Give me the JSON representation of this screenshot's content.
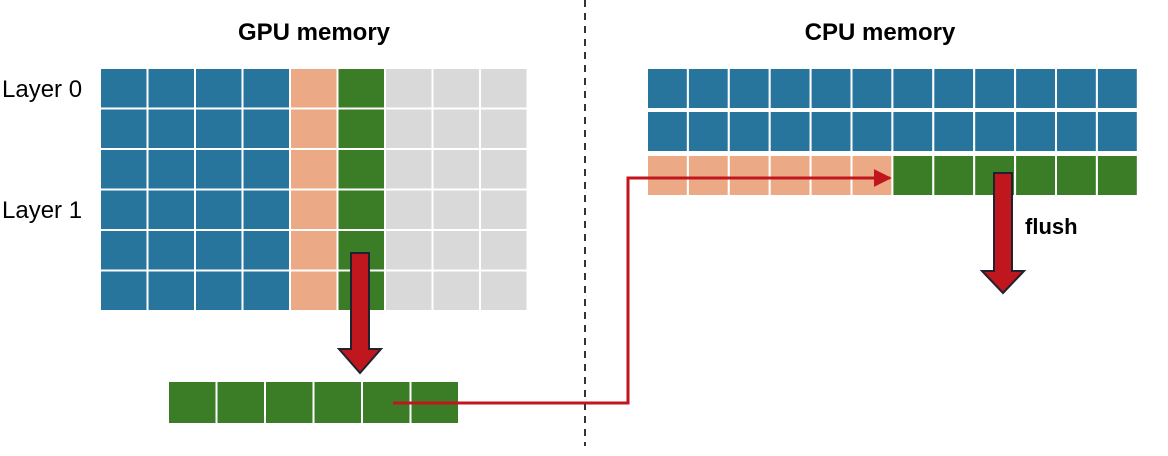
{
  "labels": {
    "gpu_title": "GPU memory",
    "cpu_title": "CPU memory",
    "layer0": "Layer 0",
    "layer1": "Layer 1",
    "flush": "flush"
  },
  "colors": {
    "blue": "#27749c",
    "salmon": "#eca985",
    "green": "#3a7d26",
    "gray": "#d9d9d9",
    "arrow": "#c0161d",
    "arrow_outline": "#1f2330",
    "divider": "#333333"
  },
  "gpu_grid": {
    "rows": [
      [
        "blue",
        "blue",
        "blue",
        "blue",
        "salmon",
        "green",
        "gray",
        "gray",
        "gray"
      ],
      [
        "blue",
        "blue",
        "blue",
        "blue",
        "salmon",
        "green",
        "gray",
        "gray",
        "gray"
      ],
      [
        "blue",
        "blue",
        "blue",
        "blue",
        "salmon",
        "green",
        "gray",
        "gray",
        "gray"
      ],
      [
        "blue",
        "blue",
        "blue",
        "blue",
        "salmon",
        "green",
        "gray",
        "gray",
        "gray"
      ],
      [
        "blue",
        "blue",
        "blue",
        "blue",
        "salmon",
        "green",
        "gray",
        "gray",
        "gray"
      ],
      [
        "blue",
        "blue",
        "blue",
        "blue",
        "salmon",
        "green",
        "gray",
        "gray",
        "gray"
      ]
    ]
  },
  "staging_buffer": {
    "cells": [
      "green",
      "green",
      "green",
      "green",
      "green",
      "green"
    ]
  },
  "cpu_grid": {
    "rows": [
      [
        "blue",
        "blue",
        "blue",
        "blue",
        "blue",
        "blue",
        "blue",
        "blue",
        "blue",
        "blue",
        "blue",
        "blue"
      ],
      [
        "blue",
        "blue",
        "blue",
        "blue",
        "blue",
        "blue",
        "blue",
        "blue",
        "blue",
        "blue",
        "blue",
        "blue"
      ],
      [
        "salmon",
        "salmon",
        "salmon",
        "salmon",
        "salmon",
        "salmon",
        "green",
        "green",
        "green",
        "green",
        "green",
        "green"
      ]
    ]
  }
}
